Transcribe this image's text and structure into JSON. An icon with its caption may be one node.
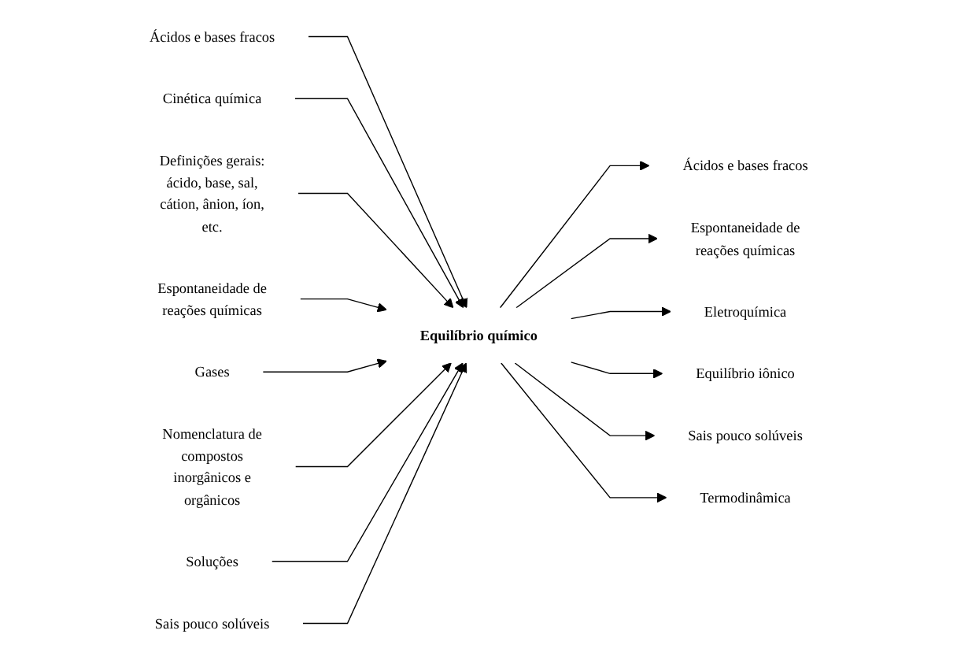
{
  "diagram": {
    "nodes": [
      {
        "text": [
          "Ácidos e bases fracos"
        ]
      },
      {
        "text": [
          "Cinética química"
        ]
      },
      {
        "text": [
          "Definições gerais: ácido, base, sal, cátion, ânion, íon, etc."
        ]
      },
      {
        "text": [
          "Espontaneidade de reações químicas"
        ]
      },
      {
        "text": [
          "Gases"
        ]
      },
      {
        "text": [
          "Nomenclatura de compostos inorgânicos e orgânicos"
        ]
      },
      {
        "text": [
          "Soluções"
        ]
      },
      {
        "text": [
          "Sais pouco solúveis"
        ]
      },
      {
        "text": [
          "Equilíbrio químico"
        ]
      },
      {
        "text": [
          "Ácidos e bases fracos"
        ]
      },
      {
        "text": [
          "Espontaneidade de reações químicas"
        ]
      },
      {
        "text": [
          "Eletroquímica"
        ]
      },
      {
        "text": [
          "Equilíbrio iônico"
        ]
      },
      {
        "text": [
          "Sais pouco solúveis"
        ]
      },
      {
        "text": [
          "Termodinâmica"
        ]
      }
    ],
    "edges": [
      {
        "from": 0,
        "to": 8,
        "arrow": "to"
      },
      {
        "from": 1,
        "to": 8,
        "arrow": "to"
      },
      {
        "from": 2,
        "to": 8,
        "arrow": "to"
      },
      {
        "from": 3,
        "to": 8,
        "arrow": "to"
      },
      {
        "from": 4,
        "to": 8,
        "arrow": "to"
      },
      {
        "from": 5,
        "to": 8,
        "arrow": "to"
      },
      {
        "from": 6,
        "to": 8,
        "arrow": "to"
      },
      {
        "from": 7,
        "to": 8,
        "arrow": "to"
      },
      {
        "from": 8,
        "to": 9,
        "arrow": "to"
      },
      {
        "from": 8,
        "to": 10,
        "arrow": "to"
      },
      {
        "from": 8,
        "to": 11,
        "arrow": "to"
      },
      {
        "from": 8,
        "to": 12,
        "arrow": "to"
      },
      {
        "from": 8,
        "to": 13,
        "arrow": "to"
      },
      {
        "from": 8,
        "to": 14,
        "arrow": "to"
      }
    ]
  }
}
